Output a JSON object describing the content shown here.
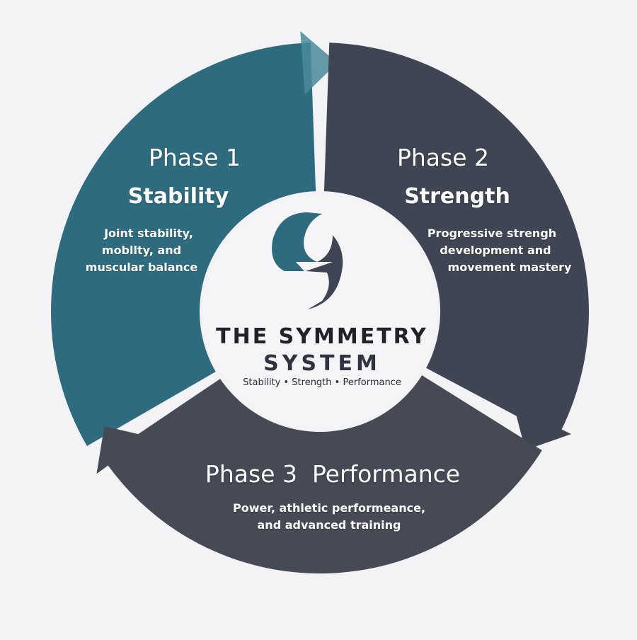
{
  "colors": {
    "background": "#f3f3f6",
    "phase1": "#2f6b7e",
    "phase1_arrow": "#4a8a99",
    "phase2": "#3f4552",
    "phase3": "#454a55",
    "center": "#f5f5f7",
    "text_light": "#ffffff",
    "text_dark": "#1f2329"
  },
  "center": {
    "logo": "symmetry-s-logo-icon",
    "title_line1": "THE SYMMETRY",
    "title_line2": "SYSTEM",
    "tagline": "Stability • Strength • Performance"
  },
  "phases": [
    {
      "label": "Phase 1",
      "name": "Stability",
      "description_lines": [
        "Joint stability,",
        "mobllty, and",
        "muscular balance"
      ]
    },
    {
      "label": "Phase 2",
      "name": "Strength",
      "description_lines": [
        "Progressive strengh",
        "development and",
        "movement mastery"
      ]
    },
    {
      "label": "Phase 3",
      "name": "Performance",
      "description_lines": [
        "Power, athletic performeance,",
        "and advanced training"
      ]
    }
  ]
}
